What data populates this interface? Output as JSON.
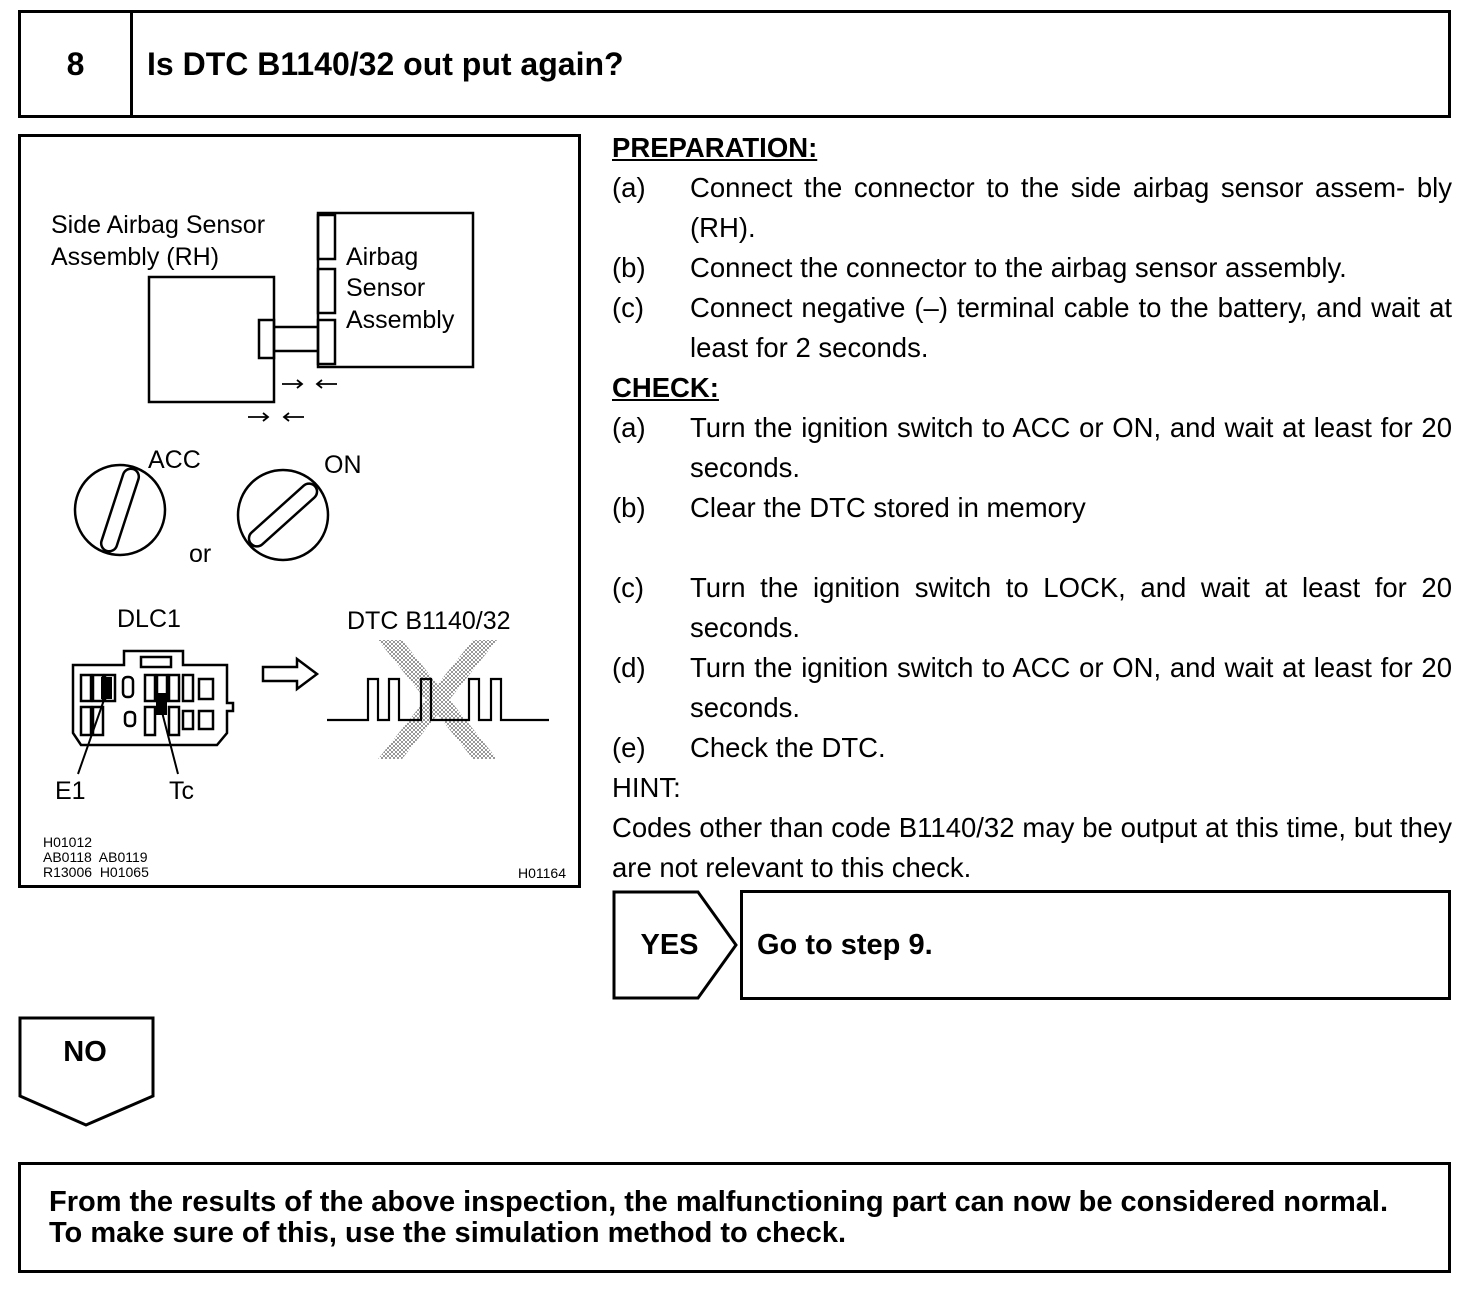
{
  "header": {
    "step_number": "8",
    "title": "Is DTC B1140/32 out put again?"
  },
  "illustration": {
    "side_sensor_label_line1": "Side Airbag Sensor",
    "side_sensor_label_line2": "Assembly (RH)",
    "airbag_sensor_line1": "Airbag",
    "airbag_sensor_line2": "Sensor",
    "airbag_sensor_line3": "Assembly",
    "acc_label": "ACC",
    "on_label": "ON",
    "or_label": "or",
    "dlc_label": "DLC1",
    "dtc_label": "DTC B1140/32",
    "e1_label": "E1",
    "tc_label": "Tc",
    "codes": [
      "H01012",
      "AB0118  AB0119",
      "R13006  H01065"
    ],
    "fig_id": "H01164"
  },
  "preparation": {
    "title": "PREPARATION:",
    "steps": [
      {
        "label": "(a)",
        "text": "Connect the connector to the side airbag sensor assem- bly (RH)."
      },
      {
        "label": "(b)",
        "text": "Connect the connector to the airbag sensor assembly."
      },
      {
        "label": "(c)",
        "text": "Connect negative (–) terminal cable to the battery, and wait at least for 2 seconds."
      }
    ]
  },
  "check": {
    "title": "CHECK:",
    "steps": [
      {
        "label": "(a)",
        "text": "Turn the ignition switch to ACC or ON, and wait at least for 20 seconds."
      },
      {
        "label": "(b)",
        "text": "Clear the DTC stored in memory"
      },
      {
        "label": "(c)",
        "text": "Turn the ignition switch to LOCK, and wait at least for 20 seconds."
      },
      {
        "label": "(d)",
        "text": "Turn the ignition switch to ACC or ON, and wait at least for 20 seconds."
      },
      {
        "label": "(e)",
        "text": "Check the DTC."
      }
    ]
  },
  "hint": {
    "title": "HINT:",
    "text": "Codes other than code B1140/32 may be output at this time, but they are not relevant to this check."
  },
  "yes_branch": {
    "label": "YES",
    "result": "Go to step 9."
  },
  "no_branch": {
    "label": "NO"
  },
  "conclusion": {
    "line1": "From the results of the above inspection, the malfunctioning part can now be considered normal.",
    "line2": "To make sure of this, use the simulation method to check."
  }
}
